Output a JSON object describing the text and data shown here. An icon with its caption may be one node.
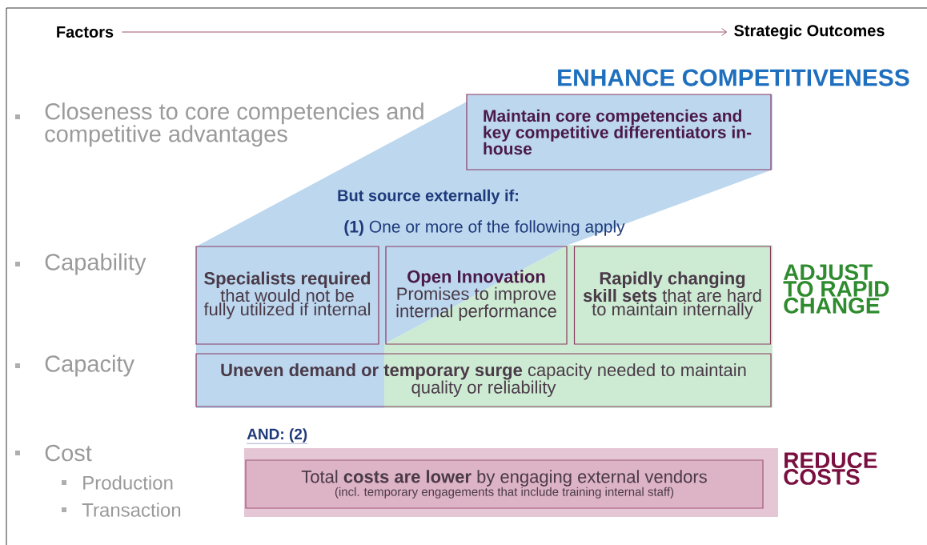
{
  "diagram": {
    "nodes": [
      {
        "text": [
          "Factors"
        ]
      },
      {
        "text": [
          "Strategic Outcomes"
        ]
      },
      {
        "text": [
          "Maintain core competencies and key competitive differentiators in-house"
        ]
      },
      {
        "text": [
          "**Specialists required** that would not be fully utilized if internal"
        ]
      },
      {
        "text": [
          "Open Innovation",
          "Promises to improve internal performance"
        ]
      },
      {
        "text": [
          "**Rapidly changing skill sets** that are hard to maintain internally"
        ]
      },
      {
        "text": [
          "**Uneven demand or temporary surge** capacity needed to maintain quality or reliability"
        ]
      },
      {
        "text": [
          "Total **costs are lower** by engaging external vendors",
          "(incl. temporary engagements that include training internal staff)"
        ]
      }
    ],
    "edges": [
      {
        "from": 0,
        "to": 1,
        "arrow": "to"
      }
    ],
    "labels": [
      "ENHANCE COMPETITIVENESS",
      "Closeness to core competencies and competitive advantages",
      "But source externally if:",
      "**(1)** One or more of the following apply",
      "Capability",
      "ADJUST TO RAPID CHANGE",
      "Capacity",
      "AND: (2)",
      "Cost",
      "Production",
      "Transaction",
      "REDUCE COSTS"
    ]
  }
}
